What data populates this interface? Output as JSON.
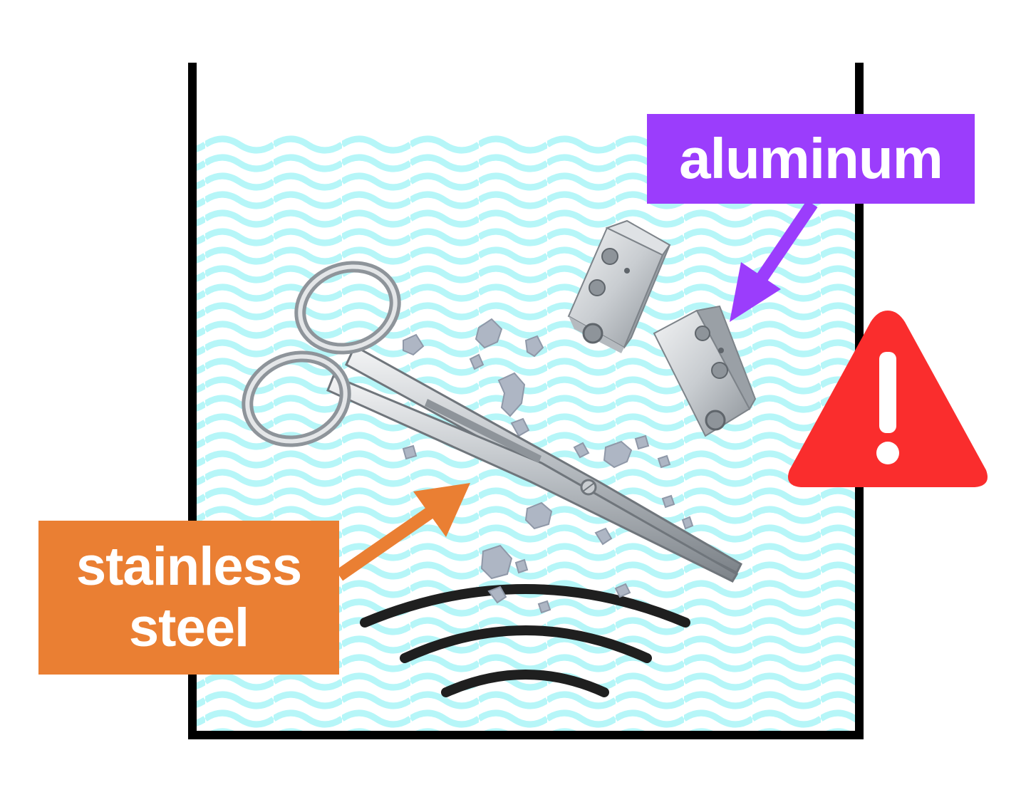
{
  "labels": {
    "aluminum": "aluminum",
    "steel_line1": "stainless",
    "steel_line2": "steel"
  },
  "colors": {
    "water_wave": "#b6f6f8",
    "tank_outline": "#000000",
    "aluminum_label": "#9b3dfc",
    "steel_label": "#ea7f33",
    "warning": "#fa2d2d",
    "metal_light": "#e4e6e8",
    "metal_dark": "#8e949a",
    "debris": "#aeb6c4",
    "ultrasound_waves": "#1f1f1f"
  },
  "icons": {
    "warning": "warning-triangle-icon",
    "scissors": "scissors-icon",
    "aluminum_part": "aluminum-block-icon"
  }
}
